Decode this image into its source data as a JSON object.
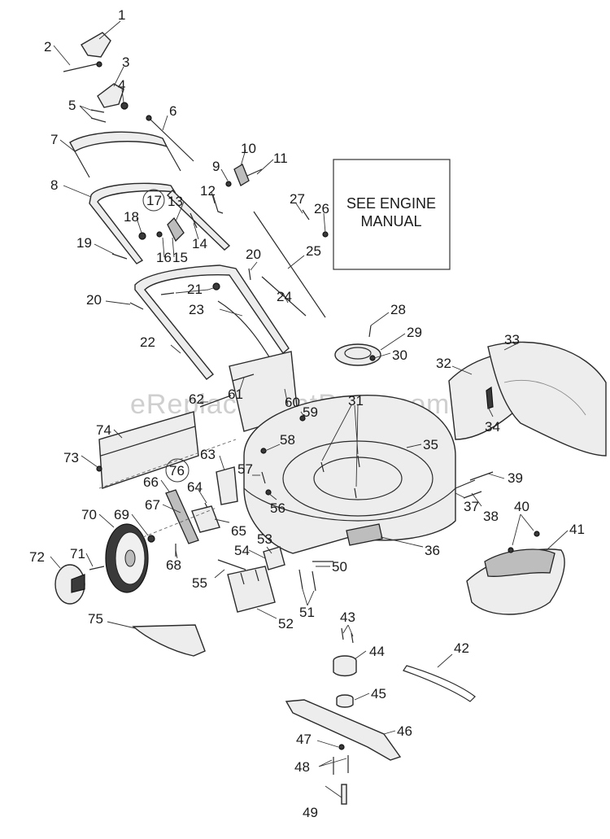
{
  "watermark": "eReplacementParts.com",
  "engine_note": {
    "line1": "SEE ENGINE",
    "line2": "MANUAL"
  },
  "callouts": {
    "c1": "1",
    "c2": "2",
    "c3": "3",
    "c4": "4",
    "c5": "5",
    "c6": "6",
    "c7": "7",
    "c8": "8",
    "c9": "9",
    "c10": "10",
    "c11": "11",
    "c12": "12",
    "c13": "13",
    "c14": "14",
    "c15": "15",
    "c16": "16",
    "c17": "17",
    "c18": "18",
    "c19": "19",
    "c20a": "20",
    "c20b": "20",
    "c21": "21",
    "c22": "22",
    "c23": "23",
    "c24": "24",
    "c25": "25",
    "c26": "26",
    "c27": "27",
    "c28": "28",
    "c29": "29",
    "c30": "30",
    "c31": "31",
    "c32": "32",
    "c33": "33",
    "c34": "34",
    "c35": "35",
    "c36": "36",
    "c37": "37",
    "c38": "38",
    "c39": "39",
    "c40": "40",
    "c41": "41",
    "c42": "42",
    "c43": "43",
    "c44": "44",
    "c45": "45",
    "c46": "46",
    "c47": "47",
    "c48": "48",
    "c49": "49",
    "c50": "50",
    "c51": "51",
    "c52": "52",
    "c53": "53",
    "c54": "54",
    "c55": "55",
    "c56": "56",
    "c57": "57",
    "c58": "58",
    "c59": "59",
    "c60": "60",
    "c61": "61",
    "c62": "62",
    "c63": "63",
    "c64": "64",
    "c65": "65",
    "c66": "66",
    "c67": "67",
    "c68": "68",
    "c69": "69",
    "c70": "70",
    "c71": "71",
    "c72": "72",
    "c73": "73",
    "c74": "74",
    "c75": "75",
    "c76": "76"
  }
}
